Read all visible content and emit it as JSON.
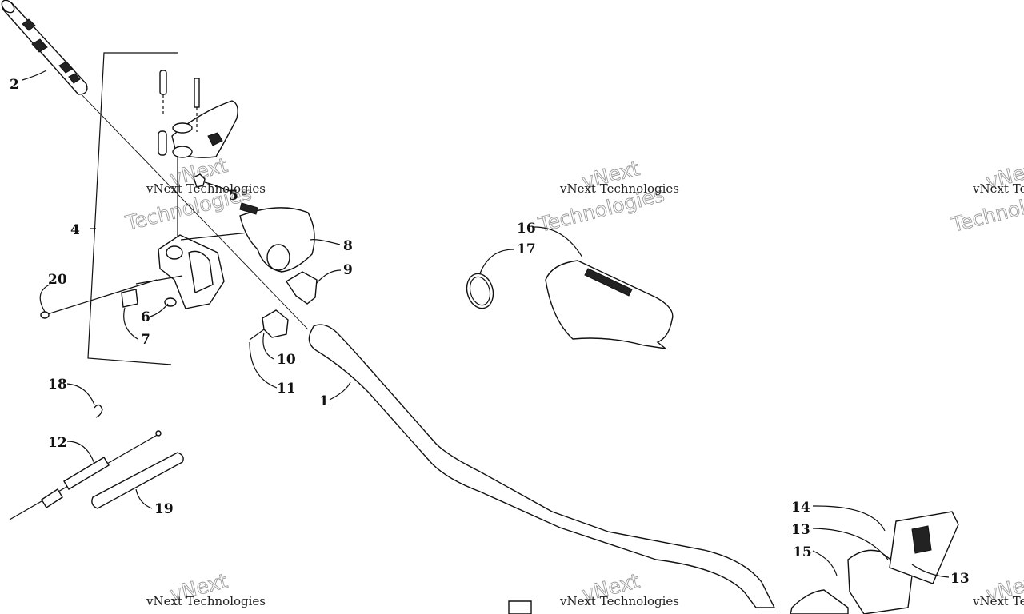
{
  "diagram": {
    "watermark": {
      "line1": "vNext",
      "line2": "Technologies",
      "line3": "vNext Technologies"
    },
    "callouts": {
      "c1": "1",
      "c2": "2",
      "c4": "4",
      "c5": "5",
      "c6": "6",
      "c7": "7",
      "c8": "8",
      "c9": "9",
      "c10": "10",
      "c11": "11",
      "c12": "12",
      "c13a": "13",
      "c13b": "13",
      "c14": "14",
      "c15": "15",
      "c16": "16",
      "c17": "17",
      "c18": "18",
      "c19": "19",
      "c20": "20"
    }
  }
}
